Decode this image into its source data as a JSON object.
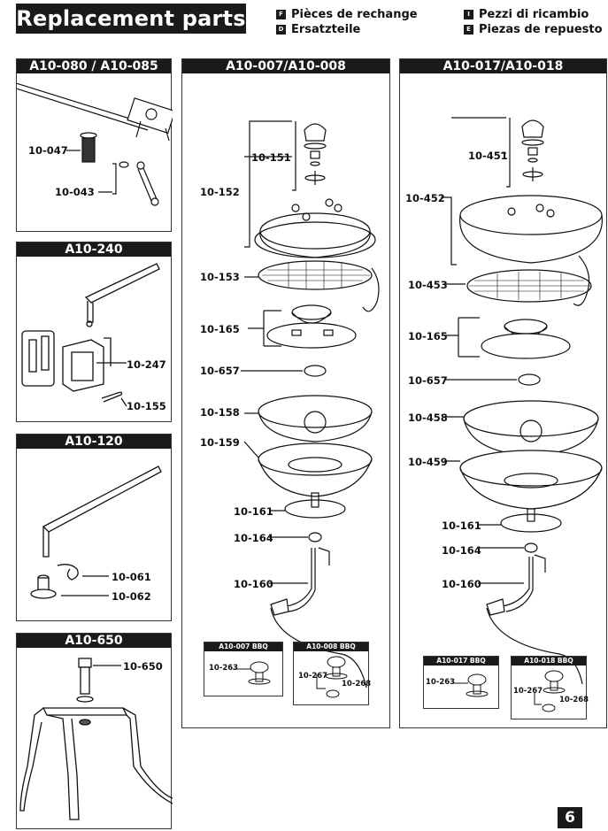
{
  "header": {
    "title": "Replacement parts",
    "langs": [
      {
        "code": "F",
        "text": "Pièces de rechange"
      },
      {
        "code": "D",
        "text": "Ersatzteile"
      },
      {
        "code": "I",
        "text": "Pezzi di ricambio"
      },
      {
        "code": "E",
        "text": "Piezas de repuesto"
      }
    ]
  },
  "panels": {
    "p1": {
      "title": "A10-080 / A10-085",
      "labels": [
        "10-047",
        "10-043"
      ]
    },
    "p2": {
      "title": "A10-240",
      "labels": [
        "10-247",
        "10-155"
      ]
    },
    "p3": {
      "title": "A10-120",
      "labels": [
        "10-061",
        "10-062"
      ]
    },
    "p4": {
      "title": "A10-650",
      "labels": [
        "10-650"
      ]
    },
    "p5": {
      "title": "A10-007/A10-008",
      "labels": [
        "10-151",
        "10-152",
        "10-153",
        "10-165",
        "10-657",
        "10-158",
        "10-159",
        "10-161",
        "10-164",
        "10-160"
      ],
      "sub_a": {
        "title": "A10-007 BBQ",
        "labels": [
          "10-263"
        ]
      },
      "sub_b": {
        "title": "A10-008 BBQ",
        "labels": [
          "10-267",
          "10-268"
        ]
      }
    },
    "p6": {
      "title": "A10-017/A10-018",
      "labels": [
        "10-451",
        "10-452",
        "10-453",
        "10-165",
        "10-657",
        "10-458",
        "10-459",
        "10-161",
        "10-164",
        "10-160"
      ],
      "sub_a": {
        "title": "A10-017 BBQ",
        "labels": [
          "10-263"
        ]
      },
      "sub_b": {
        "title": "A10-018 BBQ",
        "labels": [
          "10-267",
          "10-268"
        ]
      }
    }
  },
  "page_number": "6"
}
